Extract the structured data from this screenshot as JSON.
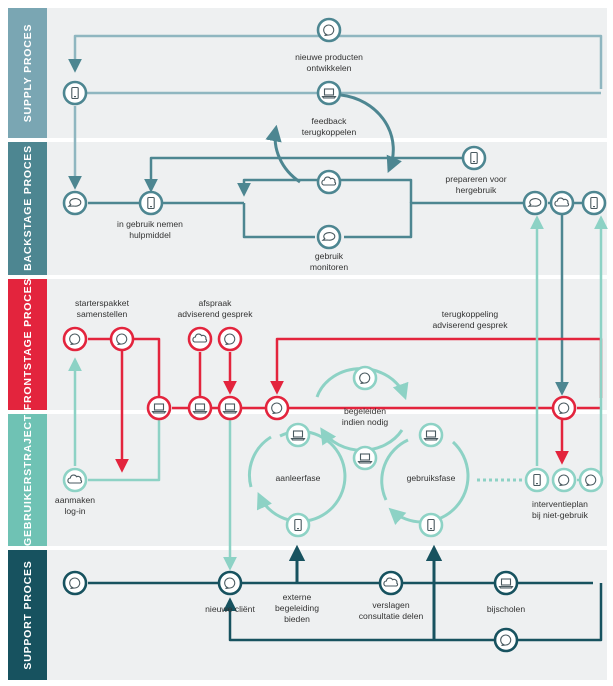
{
  "colors": {
    "supply": "#7aa6b3",
    "backstage": "#4d8691",
    "frontstage": "#e3243d",
    "traject": "#6fc2b4",
    "support": "#17525f",
    "lane_bg": "#eef0f1",
    "dark_line": "#4d8691",
    "light_line": "#8dd2c5",
    "red_line": "#e3243d",
    "navy_line": "#17525f",
    "node_bg": "#ffffff"
  },
  "lanes": [
    {
      "id": "supply",
      "label": "SUPPLY PROCES"
    },
    {
      "id": "backstage",
      "label": "BACKSTAGE PROCES"
    },
    {
      "id": "frontstage",
      "label": "FRONTSTAGE PROCES"
    },
    {
      "id": "traject",
      "label": "GEBRUIKERSTRAJECT"
    },
    {
      "id": "support",
      "label": "SUPPORT PROCES"
    }
  ],
  "icon_names": [
    "phone-icon",
    "laptop-icon",
    "cloud-icon",
    "chat-icon",
    "speech-bubble-icon"
  ],
  "labels": {
    "nieuwe_producten": [
      "nieuwe producten",
      "ontwikkelen"
    ],
    "feedback": [
      "feedback",
      "terugkoppelen"
    ],
    "prepareren": [
      "prepareren voor",
      "hergebruik"
    ],
    "in_gebruik": [
      "in gebruik nemen",
      "hulpmiddel"
    ],
    "gebruik_monitoren": [
      "gebruik",
      "monitoren"
    ],
    "starterspakket": [
      "starterspakket",
      "samenstellen"
    ],
    "afspraak": [
      "afspraak",
      "adviserend gesprek"
    ],
    "terugkoppeling": [
      "terugkoppeling",
      "adviserend gesprek"
    ],
    "begeleiden": [
      "begeleiden",
      "indien nodig"
    ],
    "aanleerfase": [
      "aanleerfase"
    ],
    "gebruiksfase": [
      "gebruiksfase"
    ],
    "aanmaken": [
      "aanmaken",
      "log-in"
    ],
    "interventieplan": [
      "interventieplan",
      "bij niet-gebruik"
    ],
    "nieuwe_client": [
      "nieuwe cliënt"
    ],
    "externe": [
      "externe",
      "begeleiding",
      "bieden"
    ],
    "verslagen": [
      "verslagen",
      "consultatie delen"
    ],
    "bijscholen": [
      "bijscholen"
    ]
  }
}
